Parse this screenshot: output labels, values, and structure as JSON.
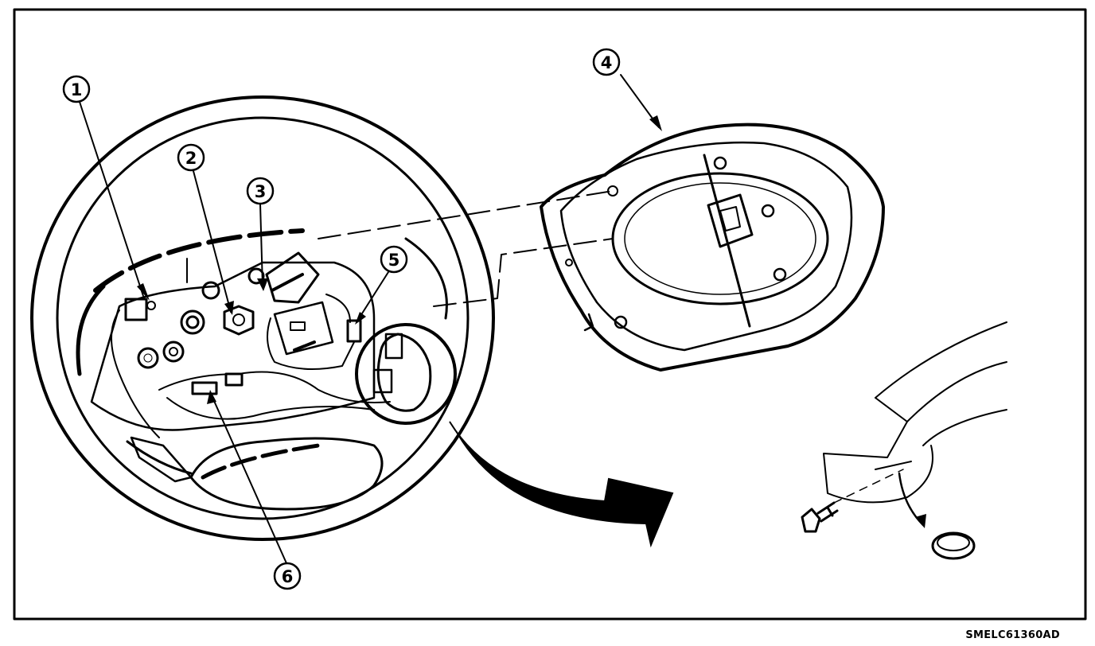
{
  "figure_code": "SMELC61360AD",
  "callouts": [
    {
      "label": "1"
    },
    {
      "label": "2"
    },
    {
      "label": "3"
    },
    {
      "label": "4"
    },
    {
      "label": "5"
    },
    {
      "label": "6"
    }
  ],
  "colors": {
    "ink": "#000000",
    "paper": "#ffffff"
  }
}
